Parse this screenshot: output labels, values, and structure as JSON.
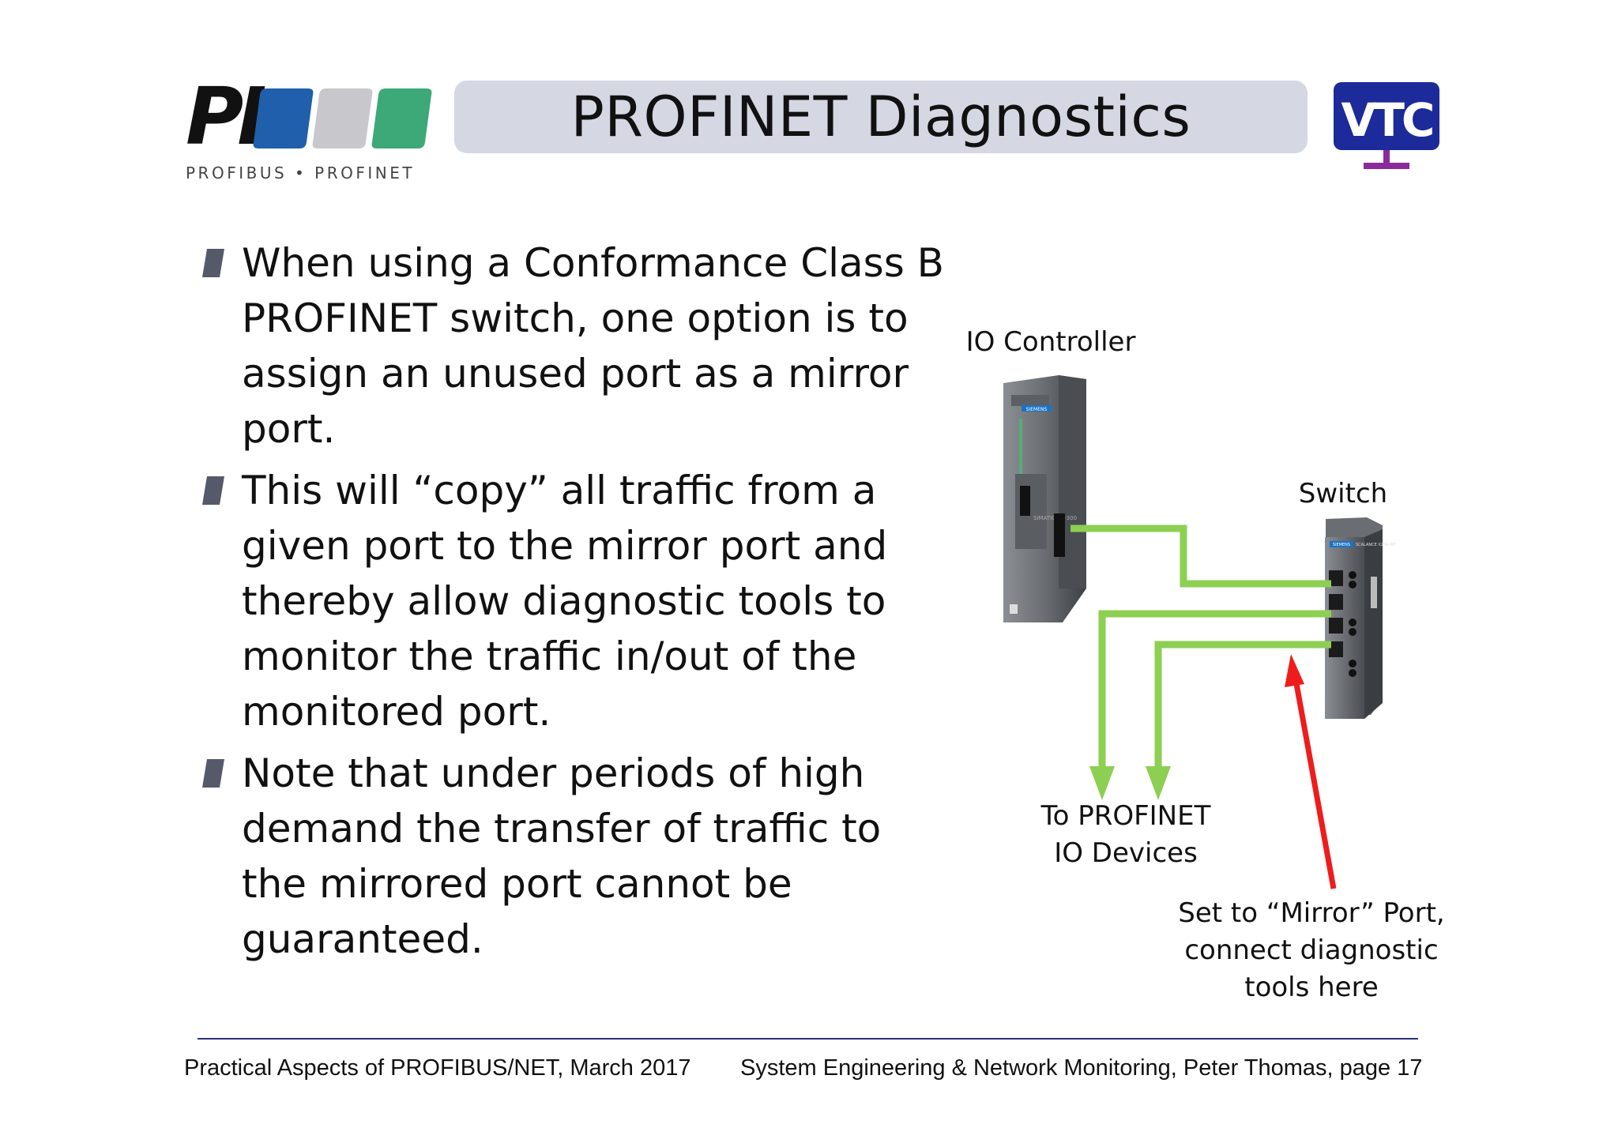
{
  "header": {
    "logo_left_text": "PI",
    "logo_left_subtitle": "PROFIBUS • PROFINET",
    "title": "PROFINET Diagnostics",
    "logo_right_text": "VTC"
  },
  "bullets": [
    "When using a Conformance Class B PROFINET switch, one option is to assign an unused port as a mirror port.",
    "This will “copy” all traffic from a given port to the mirror port and thereby allow diagnostic tools to monitor the traffic in/out of the monitored port.",
    "Note that under periods of high demand the transfer of traffic to the mirrored port cannot be guaranteed."
  ],
  "diagram": {
    "io_controller_label": "IO Controller",
    "switch_label": "Switch",
    "to_devices_label_line1": "To PROFINET",
    "to_devices_label_line2": "IO Devices",
    "mirror_label_line1": "Set to “Mirror” Port,",
    "mirror_label_line2": "connect diagnostic",
    "mirror_label_line3": "tools here",
    "controller_brand": "SIEMENS",
    "controller_model": "SIMATIC S7-300",
    "switch_brand": "SIEMENS",
    "switch_model": "SCALANCE X204-IRT",
    "colors": {
      "cable": "#8dcf52",
      "mirror_arrow": "#ee1c1c"
    }
  },
  "footer": {
    "left": "Practical Aspects of PROFIBUS/NET, March 2017",
    "right": "System Engineering & Network Monitoring,  Peter Thomas,   page  17"
  },
  "colors": {
    "title_bar": "#d5d7e2",
    "logo_blue": "#1f5fab",
    "logo_grey": "#c8c8cc",
    "logo_green": "#3da878",
    "vtc_blue": "#1c2a9a",
    "vtc_stand": "#8b2a9a",
    "footer_rule": "#2a2f77"
  }
}
